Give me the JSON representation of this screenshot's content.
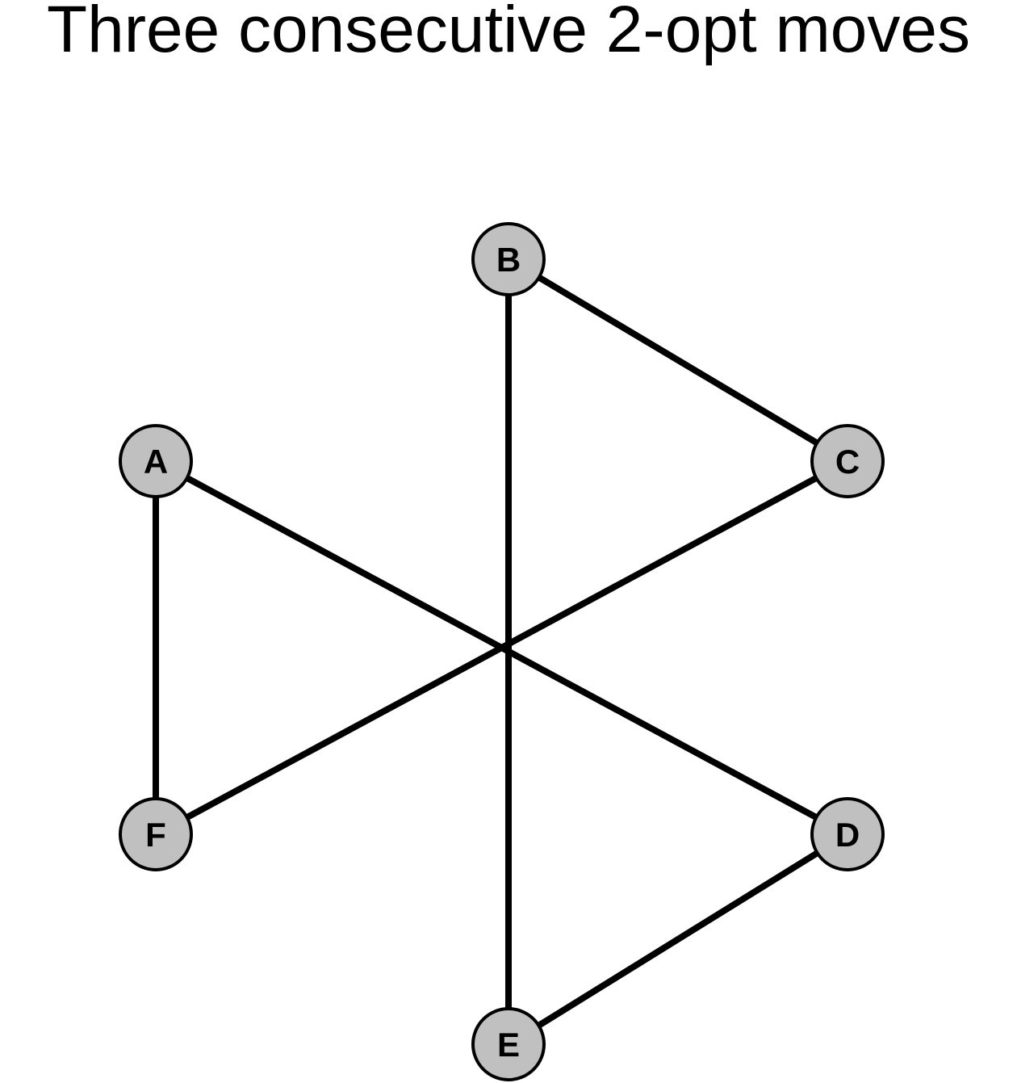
{
  "diagram": {
    "title": "Three consecutive 2-opt moves",
    "node_fill": "#c0c0c0",
    "edge_color": "#000000",
    "nodes": [
      {
        "id": "B",
        "label": "B"
      },
      {
        "id": "C",
        "label": "C"
      },
      {
        "id": "D",
        "label": "D"
      },
      {
        "id": "E",
        "label": "E"
      },
      {
        "id": "F",
        "label": "F"
      },
      {
        "id": "A",
        "label": "A"
      }
    ],
    "edges": [
      {
        "from": "A",
        "to": "F"
      },
      {
        "from": "A",
        "to": "D"
      },
      {
        "from": "B",
        "to": "C"
      },
      {
        "from": "B",
        "to": "E"
      },
      {
        "from": "C",
        "to": "F"
      },
      {
        "from": "D",
        "to": "E"
      }
    ]
  }
}
